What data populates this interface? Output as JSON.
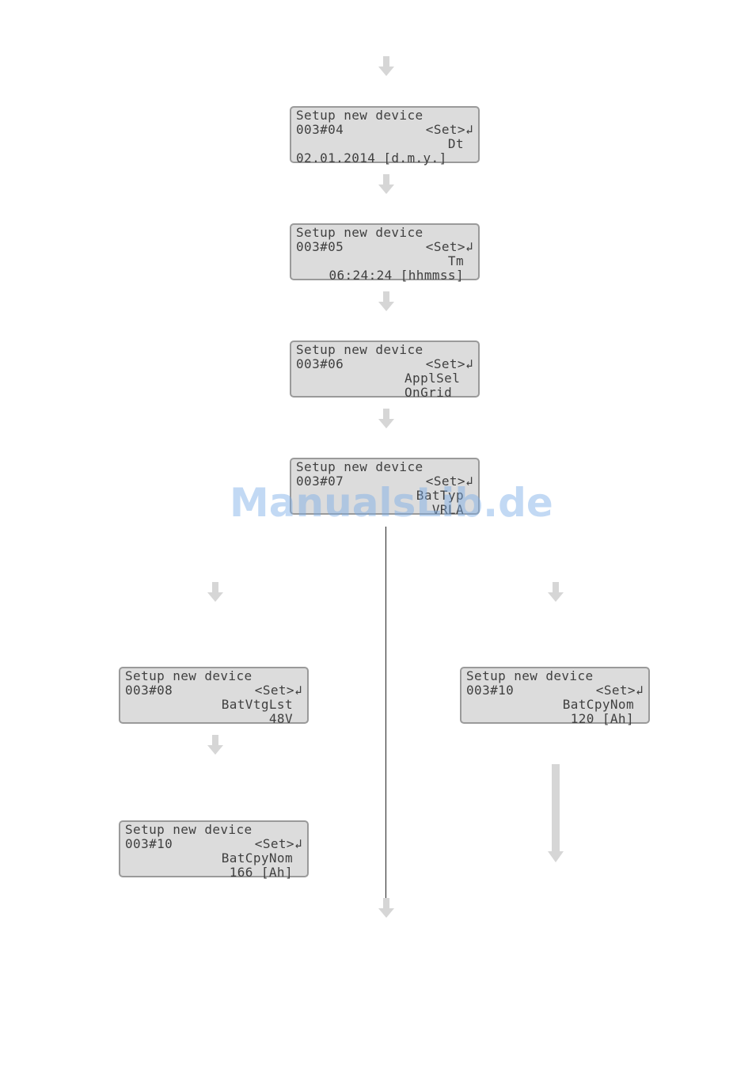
{
  "screens": [
    {
      "id": "04",
      "line1": "Setup new device",
      "code": "003#04",
      "action": "<Set>↲",
      "param": "Dt",
      "value": "02.01.2014 [d.m.y.]"
    },
    {
      "id": "05",
      "line1": "Setup new device",
      "code": "003#05",
      "action": "<Set>↲",
      "param": "Tm",
      "value": "06:24:24 [hhmmss]"
    },
    {
      "id": "06",
      "line1": "Setup new device",
      "code": "003#06",
      "action": "<Set>↲",
      "param": "ApplSel",
      "value": "OnGrid"
    },
    {
      "id": "07",
      "line1": "Setup new device",
      "code": "003#07",
      "action": "<Set>↲",
      "param": "BatTyp",
      "value": "VRLA"
    },
    {
      "id": "08",
      "line1": "Setup new device",
      "code": "003#08",
      "action": "<Set>↲",
      "param": "BatVtgLst",
      "value": "48V"
    },
    {
      "id": "10a",
      "line1": "Setup new device",
      "code": "003#10",
      "action": "<Set>↲",
      "param": "BatCpyNom",
      "value": "166 [Ah]"
    },
    {
      "id": "10b",
      "line1": "Setup new device",
      "code": "003#10",
      "action": "<Set>↲",
      "param": "BatCpyNom",
      "value": "120 [Ah]"
    }
  ],
  "watermark": "ManualsLib.de",
  "colors": {
    "lcd_bg": "#dcdcdc",
    "lcd_border": "#9a9a9a",
    "lcd_text": "#404040",
    "arrow": "#d6d6d6",
    "watermark": "#78aae6"
  }
}
